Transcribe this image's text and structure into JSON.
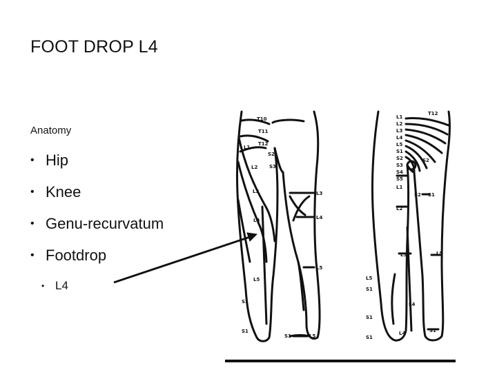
{
  "slide": {
    "title": "FOOT DROP L4",
    "subtitle": "Anatomy",
    "bullets": [
      "Hip",
      "Knee",
      "Genu-recurvatum",
      "Footdrop"
    ],
    "sub_bullets": [
      "L4"
    ],
    "bullet_glyph": "•"
  },
  "figure": {
    "description_icon": "dermatome-leg-map-icon",
    "front_labels": [
      "T10",
      "T11",
      "T12",
      "L1",
      "L2",
      "L3",
      "L4",
      "L5",
      "S1",
      "S2",
      "S3",
      "L3",
      "L4",
      "L5",
      "L5",
      "S1",
      "S1"
    ],
    "back_labels": [
      "T12",
      "L1",
      "L2",
      "L3",
      "L4",
      "L5",
      "S1",
      "S2",
      "S3",
      "S4",
      "S5",
      "S2",
      "L1",
      "S2",
      "S1",
      "L2",
      "L3",
      "L5",
      "L5",
      "S1",
      "L4",
      "S1",
      "L4",
      "S1",
      "S1"
    ]
  }
}
